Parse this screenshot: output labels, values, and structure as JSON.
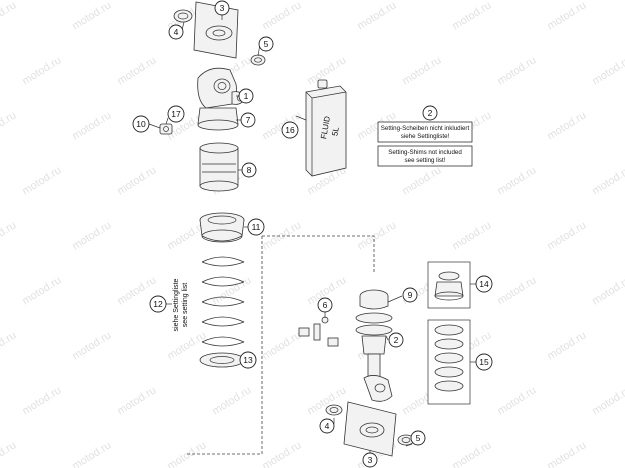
{
  "watermark": {
    "text": "motod.ru"
  },
  "callouts": {
    "c1": "1",
    "c2a": "2",
    "c2b": "2",
    "c3a": "3",
    "c3b": "3",
    "c4a": "4",
    "c4b": "4",
    "c5a": "5",
    "c5b": "5",
    "c6": "6",
    "c7": "7",
    "c8": "8",
    "c9": "9",
    "c10": "10",
    "c11": "11",
    "c12": "12",
    "c13": "13",
    "c14": "14",
    "c15": "15",
    "c16": "16",
    "c17": "17"
  },
  "notes": {
    "de_line1": "Setting-Scheiben nicht inkludiert",
    "de_line2": "siehe Settingliste!",
    "en_line1": "Setting-Shims not included",
    "en_line2": "see setting list!"
  },
  "side_text": {
    "de": "siehe Settingliste",
    "en": "see setting list"
  },
  "can_label": {
    "line1": "FLUID",
    "line2": "5L"
  }
}
